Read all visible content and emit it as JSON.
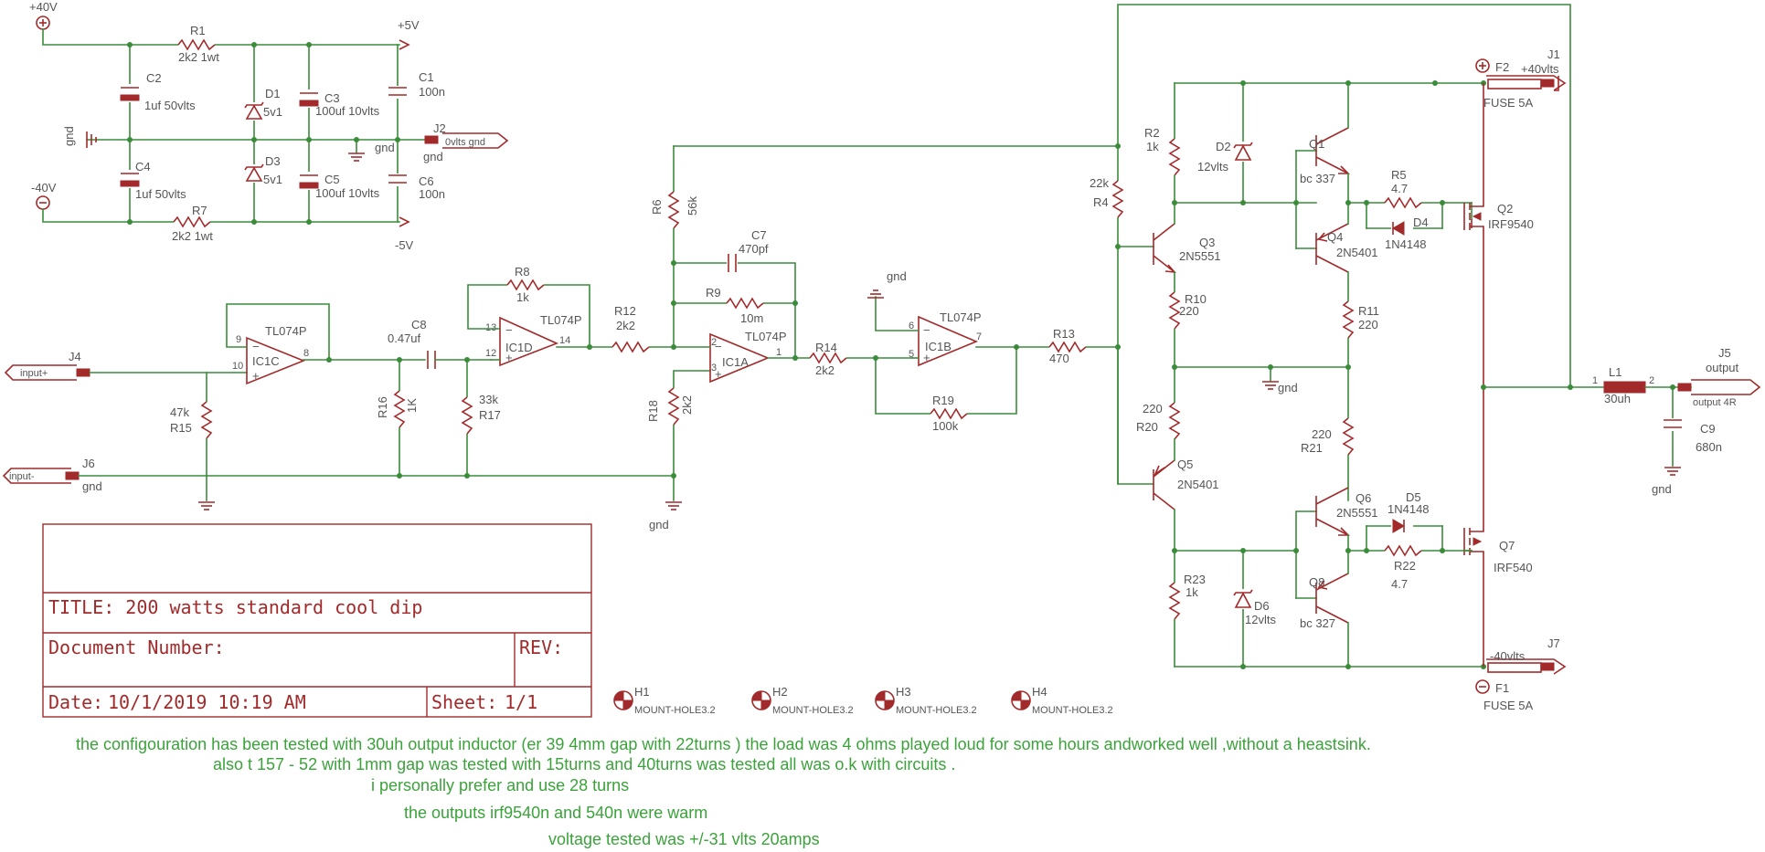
{
  "power": {
    "pos40": "+40V",
    "neg40": "-40V",
    "pos5": "+5V",
    "neg5": "-5V",
    "gnd": "gnd",
    "r1_name": "R1",
    "r1_val": "2k2 1wt",
    "r7_name": "R7",
    "r7_val": "2k2 1wt",
    "c2_name": "C2",
    "c2_val": "1uf 50vlts",
    "c4_name": "C4",
    "c4_val": "1uf 50vlts",
    "d1_name": "D1",
    "d1_val": "5v1",
    "d3_name": "D3",
    "d3_val": "5v1",
    "c3_name": "C3",
    "c3_val": "100uf 10vlts",
    "c5_name": "C5",
    "c5_val": "100uf 10vlts",
    "c1_name": "C1",
    "c1_val": "100n",
    "c6_name": "C6",
    "c6_val": "100n",
    "j2_name": "J2",
    "j2_val": "0vlts gnd",
    "j2_gnd": "gnd"
  },
  "input": {
    "j4_name": "J4",
    "j4_label": "input+",
    "j6_name": "J6",
    "j6_label": "input-",
    "j6_gnd": "gnd",
    "r15_name": "R15",
    "r15_val": "47k",
    "ic1c_name": "IC1C",
    "ic1c_part": "TL074P",
    "ic1c_p9": "9",
    "ic1c_p10": "10",
    "ic1c_p8": "8",
    "c8_name": "C8",
    "c8_val": "0.47uf",
    "r16_name": "R16",
    "r16_val": "1K",
    "r17_name": "R17",
    "r17_val": "33k",
    "r8_name": "R8",
    "r8_val": "1k",
    "ic1d_name": "IC1D",
    "ic1d_part": "TL074P",
    "ic1d_p13": "13",
    "ic1d_p12": "12",
    "ic1d_p14": "14",
    "r12_name": "R12",
    "r12_val": "2k2",
    "r6_name": "R6",
    "r6_val": "56k",
    "r18_name": "R18",
    "r18_val": "2k2",
    "c7_name": "C7",
    "c7_val": "470pf",
    "r9_name": "R9",
    "r9_val": "10m",
    "ic1a_name": "IC1A",
    "ic1a_part": "TL074P",
    "ic1a_p2": "2",
    "ic1a_p3": "3",
    "ic1a_p1": "1",
    "r14_name": "R14",
    "r14_val": "2k2",
    "ic1b_name": "IC1B",
    "ic1b_part": "TL074P",
    "ic1b_p6": "6",
    "ic1b_p5": "5",
    "ic1b_p7": "7",
    "r19_name": "R19",
    "r19_val": "100k",
    "r13_name": "R13",
    "r13_val": "470",
    "gnd": "gnd"
  },
  "output": {
    "r4_name": "R4",
    "r4_val": "22k",
    "r2_name": "R2",
    "r2_val": "1k",
    "d2_name": "D2",
    "d2_val": "12vlts",
    "q1_name": "Q1",
    "q1_val": "bc 337",
    "q3_name": "Q3",
    "q3_val": "2N5551",
    "q4_name": "Q4",
    "q4_val": "2N5401",
    "r5_name": "R5",
    "r5_val": "4.7",
    "d4_name": "D4",
    "d4_val": "1N4148",
    "q2_name": "Q2",
    "q2_val": "IRF9540",
    "r10_name": "R10",
    "r10_val": "220",
    "r11_name": "R11",
    "r11_val": "220",
    "r20_name": "R20",
    "r20_val": "220",
    "r21_name": "R21",
    "r21_val": "220",
    "q5_name": "Q5",
    "q5_val": "2N5401",
    "q6_name": "Q6",
    "q6_val": "2N5551",
    "d5_name": "D5",
    "d5_val": "1N4148",
    "r22_name": "R22",
    "r22_val": "4.7",
    "q7_name": "Q7",
    "q7_val": "IRF540",
    "r23_name": "R23",
    "r23_val": "1k",
    "d6_name": "D6",
    "d6_val": "12vlts",
    "q8_name": "Q8",
    "q8_val": "bc 327",
    "f2_name": "F2",
    "f2_val": "FUSE 5A",
    "f1_name": "F1",
    "f1_val": "FUSE 5A",
    "j1_name": "J1",
    "j1_val": "+40vlts",
    "j7_name": "J7",
    "j7_val": "-40vlts",
    "l1_name": "L1",
    "l1_val": "30uh",
    "l1_p1": "1",
    "l1_p2": "2",
    "j5_name": "J5",
    "j5_val": "output",
    "j5_label": "output 4R",
    "c9_name": "C9",
    "c9_val": "680n",
    "c9_gnd": "gnd",
    "gnd": "gnd"
  },
  "title_block": {
    "title": "TITLE:  200 watts standard cool dip",
    "doc": "Document Number:",
    "rev": "REV:",
    "date_label": "Date:",
    "date": "10/1/2019 10:19 AM",
    "sheet_label": "Sheet:",
    "sheet": "1/1"
  },
  "mount_holes": [
    {
      "name": "H1",
      "part": "MOUNT-HOLE3.2"
    },
    {
      "name": "H2",
      "part": "MOUNT-HOLE3.2"
    },
    {
      "name": "H3",
      "part": "MOUNT-HOLE3.2"
    },
    {
      "name": "H4",
      "part": "MOUNT-HOLE3.2"
    }
  ],
  "notes": [
    "the configouration has been tested with 30uh output inductor (er 39 4mm gap with 22turns ) the load was 4 ohms  played loud for some hours andworked well ,without a heastsink.",
    "also t 157 - 52 with 1mm gap was tested  with 15turns and 40turns was tested all was o.k with circuits .",
    "i personally prefer and use 28 turns",
    "the outputs irf9540n and 540n  were warm",
    "voltage tested was +/-31 vlts 20amps"
  ]
}
